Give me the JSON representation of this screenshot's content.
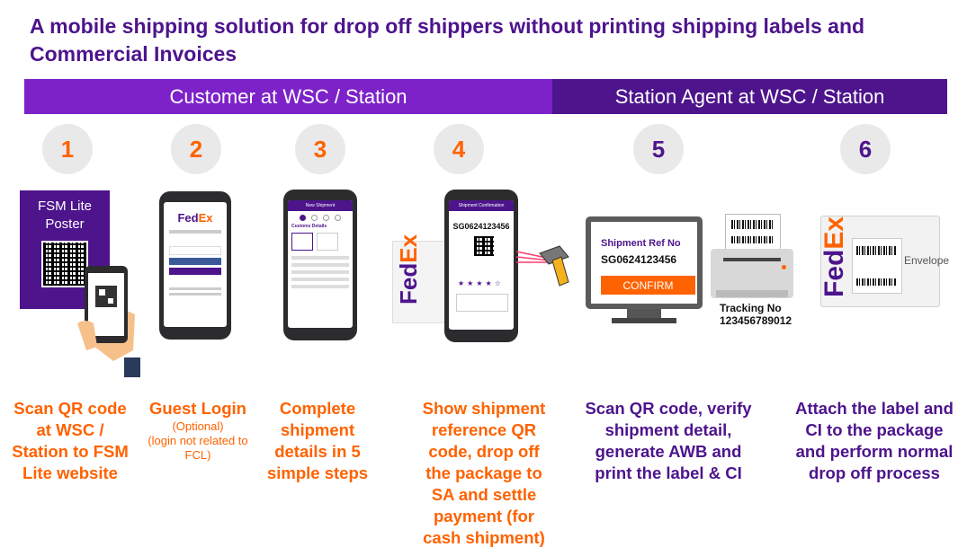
{
  "title": "A mobile shipping solution for drop off shippers without printing shipping labels and Commercial Invoices",
  "banners": {
    "customer": "Customer at WSC / Station",
    "agent": "Station Agent at WSC / Station"
  },
  "steps": [
    {
      "number": "1",
      "text": "Scan QR code at WSC / Station to FSM Lite website"
    },
    {
      "number": "2",
      "text": "Guest Login",
      "note1": "(Optional)",
      "note2": "(login not related to FCL)"
    },
    {
      "number": "3",
      "text": "Complete shipment details in 5 simple steps"
    },
    {
      "number": "4",
      "text": "Show shipment reference QR code, drop off the package to SA and settle payment (for cash shipment)"
    },
    {
      "number": "5",
      "text": "Scan QR code, verify shipment detail, generate AWB and print the label & CI"
    },
    {
      "number": "6",
      "text": "Attach the label and CI to the package and perform normal drop off process"
    }
  ],
  "poster": {
    "line1": "FSM Lite",
    "line2": "Poster"
  },
  "phone2": {
    "brand_fed": "Fed",
    "brand_ex": "Ex"
  },
  "phone3": {
    "header": "New Shipment",
    "section": "Customs Details"
  },
  "phone4": {
    "header": "Shipment Confirmation",
    "ref": "SG0624123456"
  },
  "box_logo": {
    "fed": "Fed",
    "ex": "Ex"
  },
  "monitor": {
    "label": "Shipment Ref No",
    "ref": "SG0624123456",
    "button": "CONFIRM"
  },
  "tracking": {
    "label": "Tracking No",
    "number": "123456789012"
  },
  "envelope": {
    "fed": "Fed",
    "ex": "Ex",
    "word": "Envelope"
  },
  "colors": {
    "purple": "#4d148c",
    "orange": "#ff6200",
    "light_purple": "#7d22c9"
  }
}
